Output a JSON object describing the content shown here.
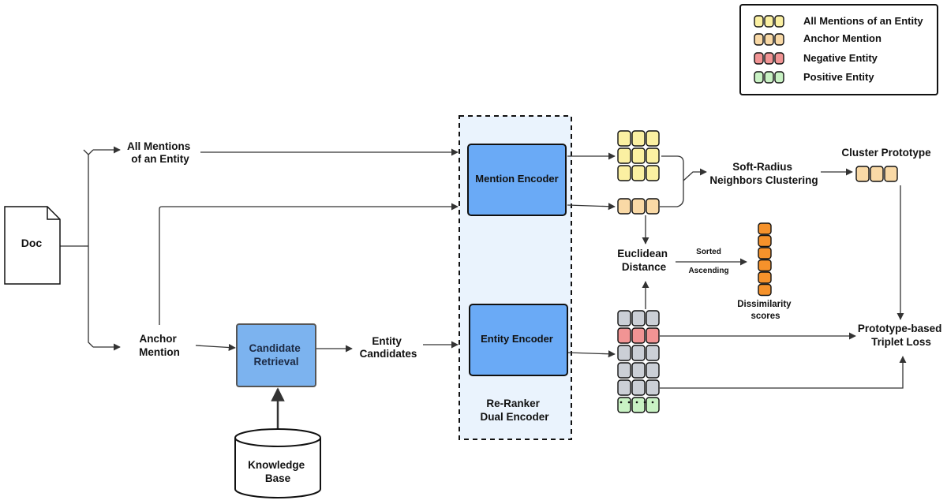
{
  "legend": {
    "all_mentions": "All Mentions of an Entity",
    "anchor_mention": "Anchor Mention",
    "negative_entity": "Negative Entity",
    "positive_entity": "Positive Entity"
  },
  "doc": {
    "label": "Doc"
  },
  "all_mentions_label": {
    "line1": "All Mentions",
    "line2": "of an Entity"
  },
  "anchor_mention_label": {
    "line1": "Anchor",
    "line2": "Mention"
  },
  "candidate_retrieval": {
    "line1": "Candidate",
    "line2": "Retrieval"
  },
  "knowledge_base": {
    "line1": "Knowledge",
    "line2": "Base"
  },
  "entity_candidates": {
    "line1": "Entity",
    "line2": "Candidates"
  },
  "mention_encoder": "Mention Encoder",
  "entity_encoder": "Entity Encoder",
  "reranker": {
    "line1": "Re-Ranker",
    "line2": "Dual Encoder"
  },
  "clustering": {
    "line1": "Soft-Radius",
    "line2": "Neighbors Clustering"
  },
  "cluster_prototype": "Cluster Prototype",
  "euclidean": {
    "line1": "Euclidean",
    "line2": "Distance"
  },
  "sorted": {
    "line1": "Sorted",
    "line2": "Ascending"
  },
  "dissimilarity": {
    "line1": "Dissimilarity",
    "line2": "scores"
  },
  "triplet_loss": {
    "line1": "Prototype-based",
    "line2": "Triplet Loss"
  },
  "colors": {
    "mention_yellow": "#fbf0a2",
    "anchor_tan": "#f9d9a6",
    "negative_red": "#f19494",
    "positive_green": "#c9f2c4",
    "gray": "#cbcfd6",
    "orange": "#f6922b",
    "encoder_blue": "#6aaaf6",
    "retrieval_blue": "#7cb3ef",
    "reranker_bg": "#eaf3fd"
  }
}
